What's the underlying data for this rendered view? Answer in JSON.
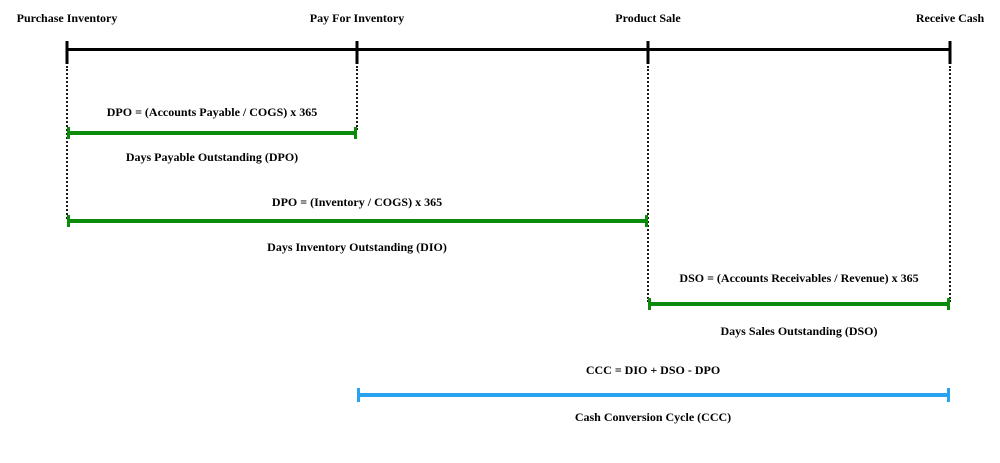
{
  "diagram": {
    "title": "Cash Conversion Cycle (CCC) timeline diagram",
    "milestones": [
      {
        "label": "Purchase Inventory"
      },
      {
        "label": "Pay For Inventory"
      },
      {
        "label": "Product Sale"
      },
      {
        "label": "Receive Cash"
      }
    ],
    "spans": [
      {
        "name": "DPO",
        "formula": "DPO = (Accounts Payable / COGS) x 365",
        "label": "Days Payable Outstanding (DPO)",
        "from": "Purchase Inventory",
        "to": "Pay For Inventory",
        "color": "#0c8a0c"
      },
      {
        "name": "DIO",
        "formula": "DPO = (Inventory / COGS) x 365",
        "label": "Days Inventory Outstanding (DIO)",
        "from": "Purchase Inventory",
        "to": "Product Sale",
        "color": "#0c8a0c"
      },
      {
        "name": "DSO",
        "formula": "DSO = (Accounts Receivables / Revenue) x 365",
        "label": "Days Sales Outstanding (DSO)",
        "from": "Product Sale",
        "to": "Receive Cash",
        "color": "#0c8a0c"
      },
      {
        "name": "CCC",
        "formula": "CCC = DIO + DSO - DPO",
        "label": "Cash Conversion Cycle (CCC)",
        "from": "Pay For Inventory",
        "to": "Receive Cash",
        "color": "#29a3f1"
      }
    ],
    "colors": {
      "axis": "#000000",
      "green_bar": "#0c8a0c",
      "blue_bar": "#29a3f1",
      "background": "#ffffff"
    }
  }
}
